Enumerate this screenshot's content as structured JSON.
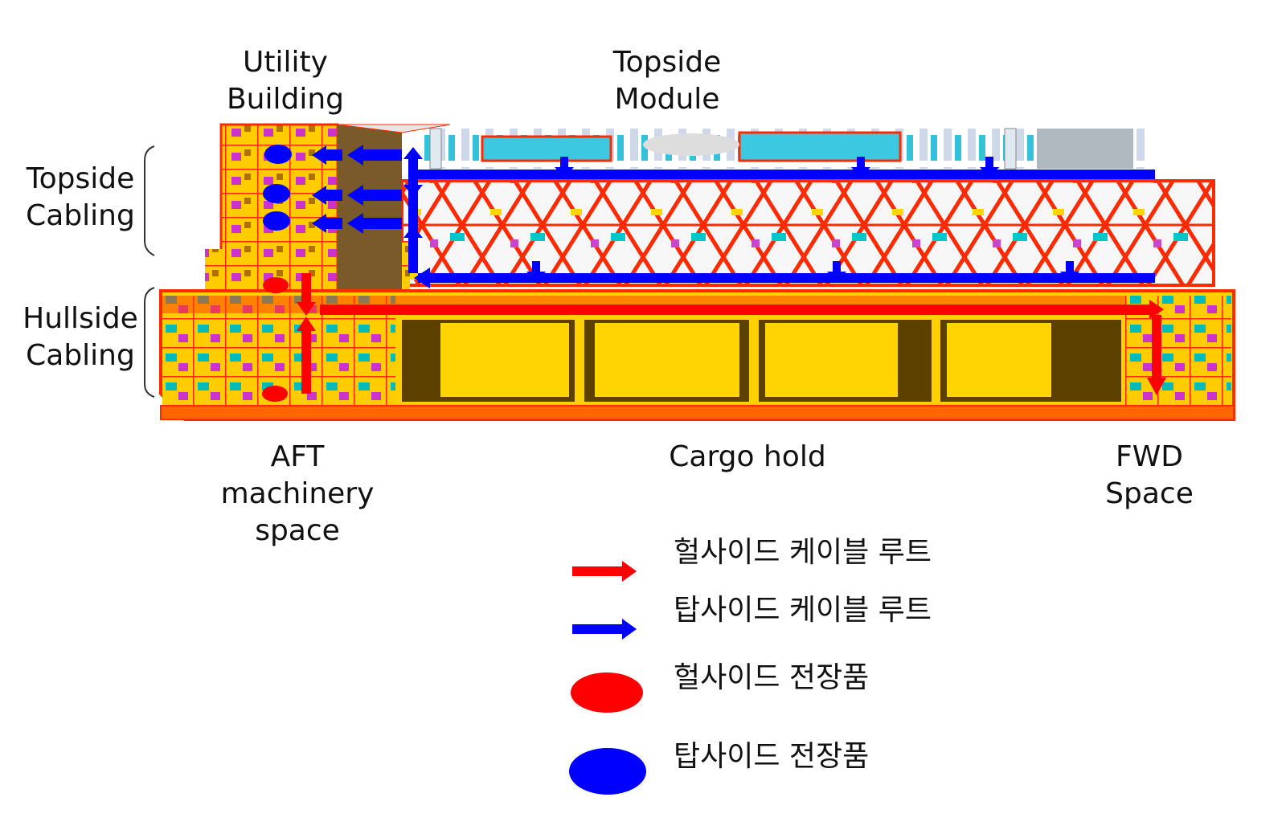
{
  "labels": {
    "utility_building": [
      "Utility",
      "Building"
    ],
    "topside_module": [
      "Topside",
      "Module"
    ],
    "topside_cabling": [
      "Topside",
      "Cabling"
    ],
    "hullside_cabling": [
      "Hullside",
      "Cabling"
    ],
    "aft_machinery": [
      "AFT",
      "machinery",
      "space"
    ],
    "cargo_hold": "Cargo hold",
    "fwd_space": [
      "FWD",
      "Space"
    ]
  },
  "legend": [
    {
      "symbol": "arrow",
      "color": "#ff0000",
      "text": "헐사이드 케이블 루트"
    },
    {
      "symbol": "arrow",
      "color": "#0000ff",
      "text": "탑사이드 케이블 루트"
    },
    {
      "symbol": "ellipse",
      "color": "#ff0000",
      "text": "헐사이드 전장품"
    },
    {
      "symbol": "ellipse",
      "color": "#0000ff",
      "text": "탑사이드 전장품"
    }
  ],
  "colors": {
    "hull_route": "#ff0000",
    "topside_route": "#0000ff",
    "cargo_fill": "#ffcc00",
    "structure": "#ff2a00"
  }
}
